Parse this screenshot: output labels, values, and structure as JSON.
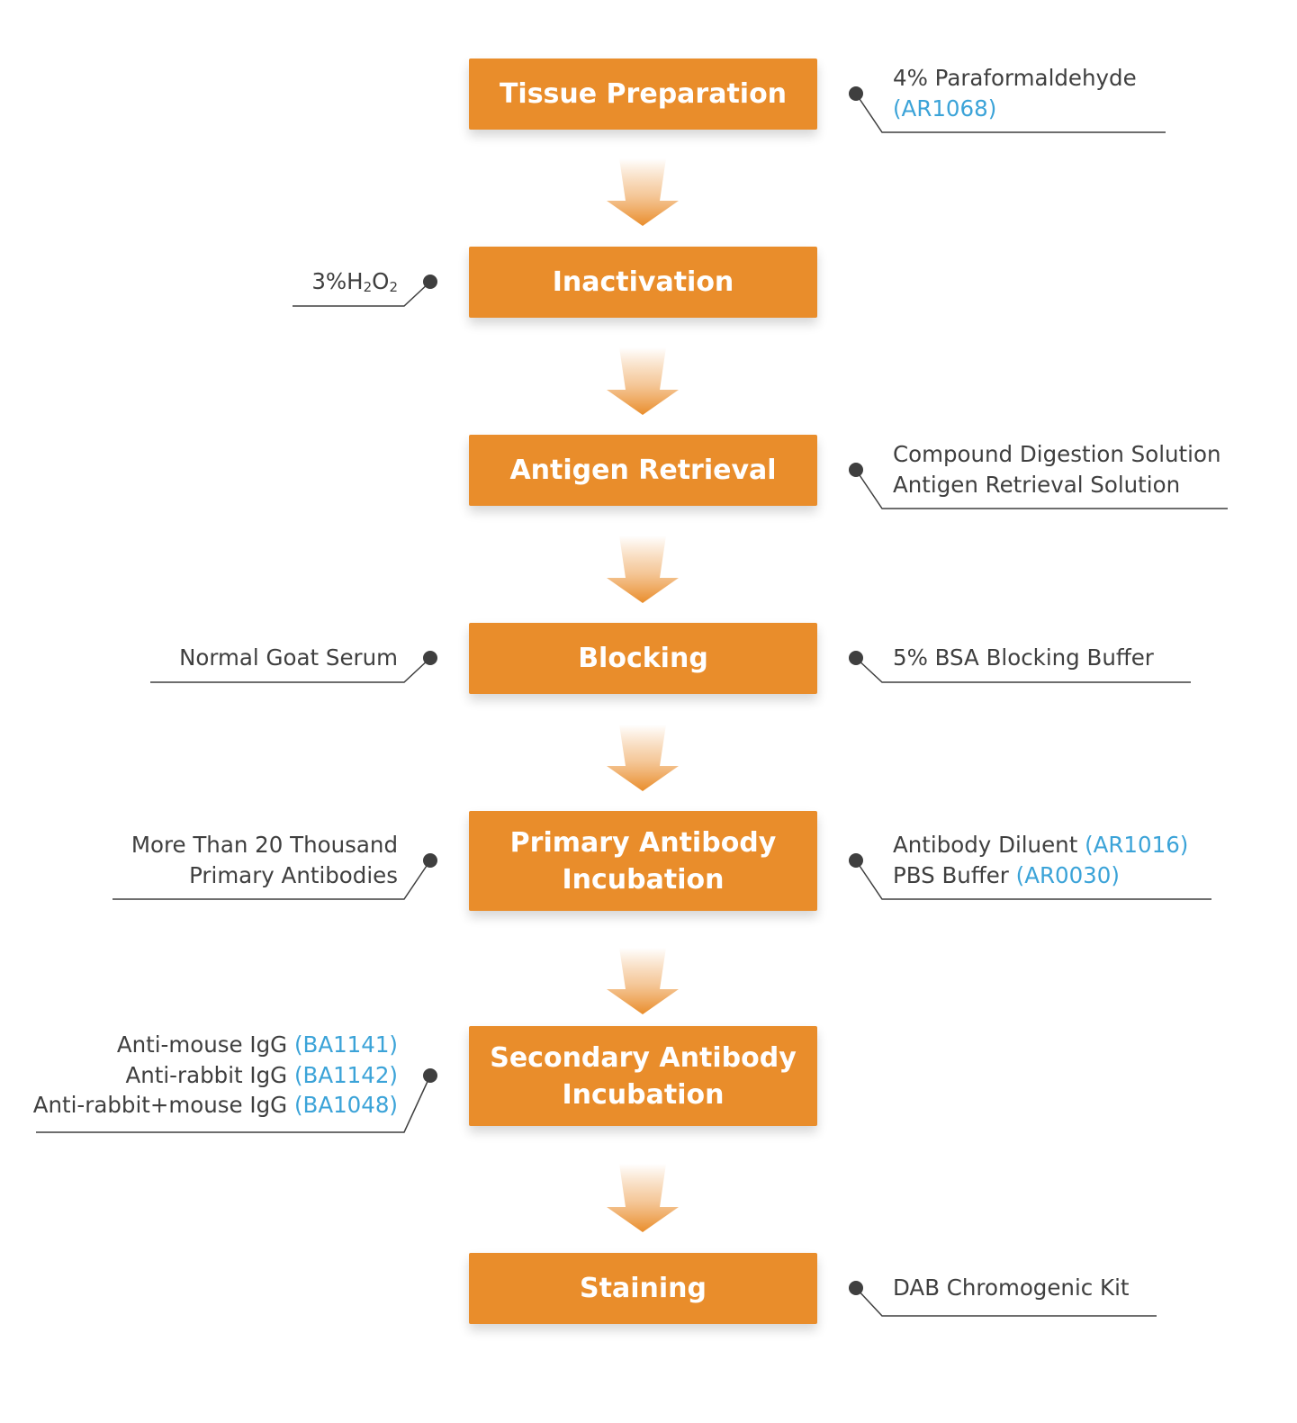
{
  "colors": {
    "step_fill": "#e98d2b",
    "step_text": "#ffffff",
    "note_text": "#3f3f3f",
    "catalog_code": "#3ba3d8",
    "connector": "#3f3f3f"
  },
  "steps": [
    {
      "label": "Tissue Preparation"
    },
    {
      "label": "Inactivation"
    },
    {
      "label": "Antigen Retrieval"
    },
    {
      "label": "Blocking"
    },
    {
      "label": "Primary Antibody\nIncubation"
    },
    {
      "label": "Secondary Antibody\nIncubation"
    },
    {
      "label": "Staining"
    }
  ],
  "notes": {
    "tissue_preparation_right": [
      {
        "text": "4% Paraformaldehyde",
        "code": ""
      },
      {
        "text": "",
        "code": "(AR1068)"
      }
    ],
    "inactivation_left": {
      "prefix": "3%H",
      "sub1": "2",
      "mid": "O",
      "sub2": "2"
    },
    "antigen_retrieval_right": [
      {
        "text": "Compound Digestion Solution",
        "code": ""
      },
      {
        "text": "Antigen Retrieval Solution",
        "code": ""
      }
    ],
    "blocking_left": [
      {
        "text": "Normal Goat Serum",
        "code": ""
      }
    ],
    "blocking_right": [
      {
        "text": "5% BSA Blocking Buffer",
        "code": ""
      }
    ],
    "primary_left": [
      {
        "text": "More Than 20 Thousand",
        "code": ""
      },
      {
        "text": "Primary Antibodies",
        "code": ""
      }
    ],
    "primary_right": [
      {
        "text": "Antibody Diluent ",
        "code": "(AR1016)"
      },
      {
        "text": "PBS Buffer ",
        "code": "(AR0030)"
      }
    ],
    "secondary_left": [
      {
        "text": "Anti-mouse IgG ",
        "code": "(BA1141)"
      },
      {
        "text": "Anti-rabbit IgG ",
        "code": "(BA1142)"
      },
      {
        "text": "Anti-rabbit+mouse IgG ",
        "code": "(BA1048)"
      }
    ],
    "staining_right": [
      {
        "text": "DAB Chromogenic Kit",
        "code": ""
      }
    ]
  }
}
